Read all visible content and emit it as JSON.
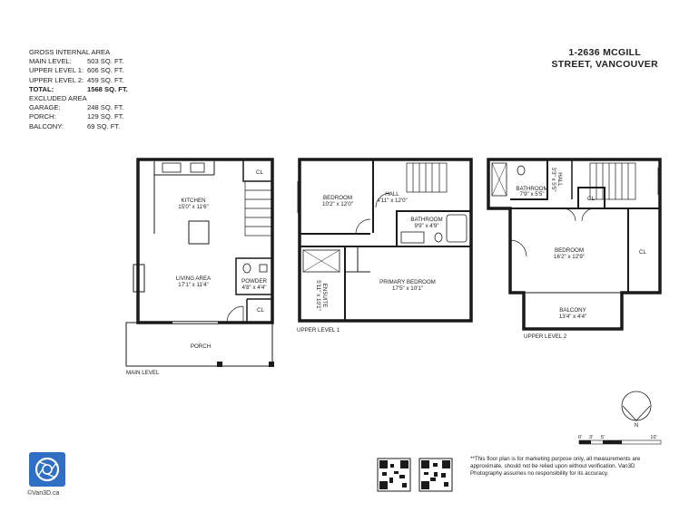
{
  "areas": {
    "gross_title": "GROSS INTERNAL AREA",
    "rows": [
      {
        "label": "MAIN LEVEL:",
        "value": "503 SQ. FT.",
        "bold": false
      },
      {
        "label": "UPPER LEVEL 1:",
        "value": "606 SQ. FT.",
        "bold": false
      },
      {
        "label": "UPPER LEVEL 2:",
        "value": "459 SQ. FT.",
        "bold": false
      },
      {
        "label": "TOTAL:",
        "value": "1568 SQ. FT.",
        "bold": true
      }
    ],
    "excluded_title": "EXCLUDED AREA",
    "excluded_rows": [
      {
        "label": "GARAGE:",
        "value": "248 SQ. FT."
      },
      {
        "label": "PORCH:",
        "value": "129 SQ. FT."
      },
      {
        "label": "BALCONY:",
        "value": "69 SQ. FT."
      }
    ]
  },
  "address": {
    "line1": "1-2636 MCGILL",
    "line2": "STREET, VANCOUVER"
  },
  "levels": {
    "main": "MAIN LEVEL",
    "upper1": "UPPER LEVEL 1",
    "upper2": "UPPER LEVEL 2"
  },
  "rooms": {
    "kitchen": {
      "name": "KITCHEN",
      "dims": "15'0\" x 11'6\""
    },
    "living": {
      "name": "LIVING AREA",
      "dims": "17'1\" x 11'4\""
    },
    "powder": {
      "name": "POWDER",
      "dims": "4'8\" x 4'4\""
    },
    "porch": {
      "name": "PORCH"
    },
    "cl": "CL",
    "bedroom1": {
      "name": "BEDROOM",
      "dims": "10'2\" x 12'0\""
    },
    "hall1": {
      "name": "HALL",
      "dims": "4'11\" x 12'0\""
    },
    "bath1": {
      "name": "BATHROOM",
      "dims": "9'9\" x 4'9\""
    },
    "ensuite": {
      "name": "ENSUITE",
      "dims": "5'11\" x 10'1\""
    },
    "primary": {
      "name": "PRIMARY BEDROOM",
      "dims": "17'5\" x 10'1\""
    },
    "bath2": {
      "name": "BATHROOM",
      "dims": "7'9\" x 5'5\""
    },
    "hall2": {
      "name": "HALL",
      "dims": "3'3\" x 5'5\""
    },
    "bedroom2": {
      "name": "BEDROOM",
      "dims": "16'2\" x 12'9\""
    },
    "balcony": {
      "name": "BALCONY",
      "dims": "13'4\" x 4'4\""
    }
  },
  "compass": {
    "n": "N"
  },
  "scale": {
    "t0": "0'",
    "t1": "3'",
    "t2": "5'",
    "t3": "10'"
  },
  "disclaimer": "**This floor plan is for marketing purpose only, all measurements are approximate, should not be relied upon without verification. Van3D Photography assumes no responsibility for its accuracy.",
  "logo": {
    "text": "©Van3D.ca"
  },
  "colors": {
    "logo": "#2f6fc4",
    "wall": "#1a1a1a"
  }
}
